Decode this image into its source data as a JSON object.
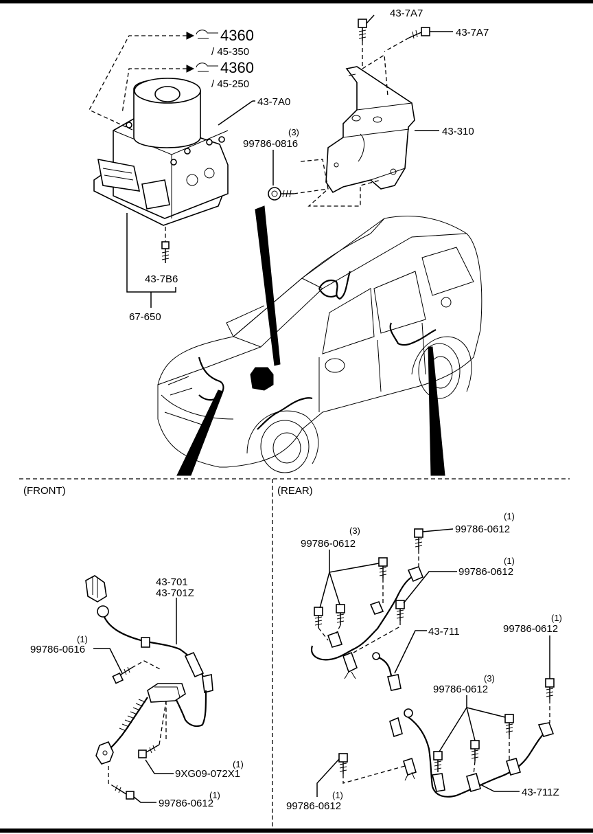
{
  "section_labels": {
    "front": "(FRONT)",
    "rear": "(REAR)"
  },
  "top": {
    "ref_4360_a": "4360",
    "ref_45_350": "/ 45-350",
    "ref_4360_b": "4360",
    "ref_45_250": "/ 45-250",
    "hcu": "43-7A0",
    "bolt_7a7_top": "43-7A7",
    "bolt_7a7_right": "43-7A7",
    "bracket": "43-310",
    "bolt_0816_qty": "(3)",
    "bolt_0816": "99786-0816",
    "bolt_7b6": "43-7B6",
    "module_6750": "67-650"
  },
  "front": {
    "sensor_a": "43-701",
    "sensor_b": "43-701Z",
    "bolt_0616_qty": "(1)",
    "bolt_0616": "99786-0616",
    "bolt_xg_qty": "(1)",
    "bolt_xg": "9XG09-072X1",
    "bolt_0612_qty": "(1)",
    "bolt_0612": "99786-0612"
  },
  "rear": {
    "bolt_3_qty": "(3)",
    "bolt_3": "99786-0612",
    "bolt_top_qty": "(1)",
    "bolt_top": "99786-0612",
    "bolt_mid_qty": "(1)",
    "bolt_mid": "99786-0612",
    "sensor_711": "43-711",
    "bolt_right_qty": "(1)",
    "bolt_right": "99786-0612",
    "bolt_low3_qty": "(3)",
    "bolt_low3": "99786-0612",
    "sensor_711z": "43-711Z",
    "bolt_bottom_qty": "(1)",
    "bolt_bottom": "99786-0612"
  }
}
